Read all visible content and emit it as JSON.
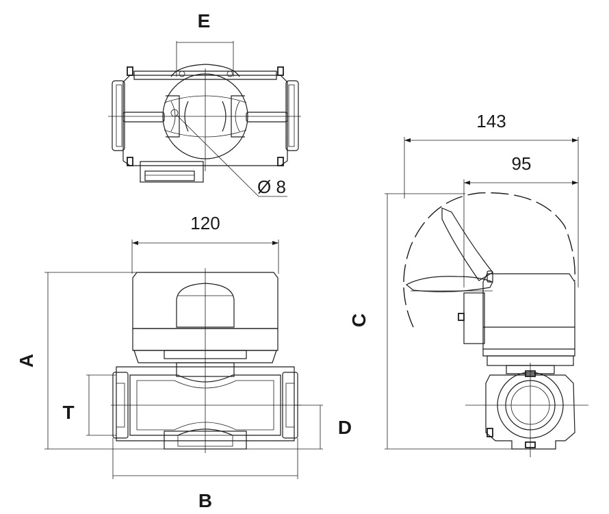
{
  "labels": {
    "E": "E",
    "A": "A",
    "B": "B",
    "C": "C",
    "D": "D",
    "T": "T"
  },
  "dimensions": {
    "width_front": "120",
    "overall_side": "143",
    "actuator_side": "95",
    "hole_diameter": "Ø 8"
  }
}
